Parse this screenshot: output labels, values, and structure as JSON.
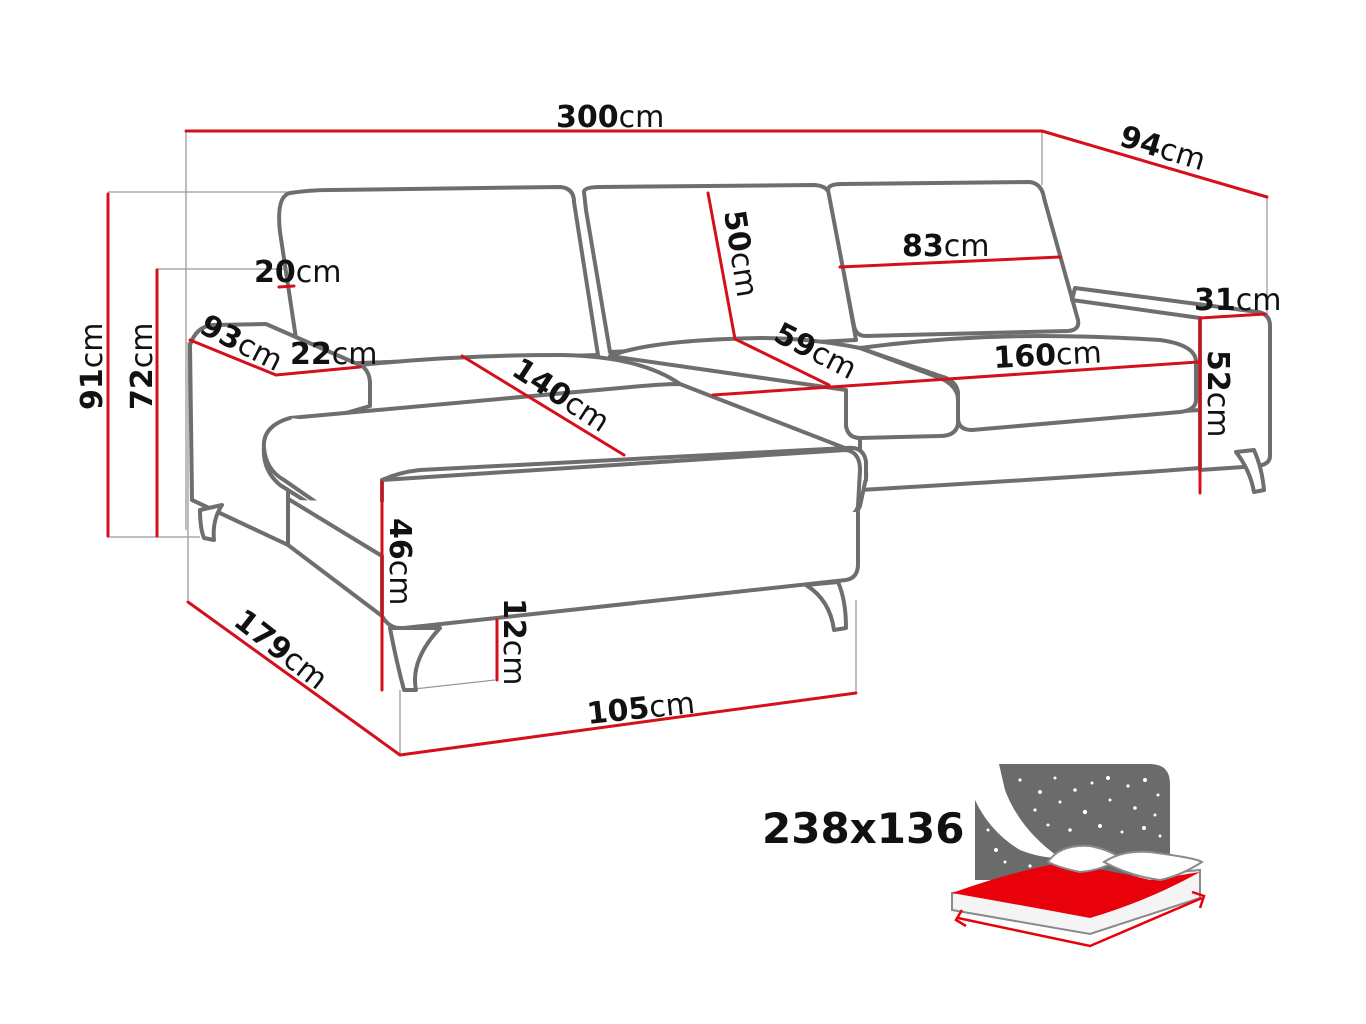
{
  "diagram": {
    "subject": "Corner sofa dimensions",
    "unit": "cm",
    "dimensions": {
      "total_width": {
        "value": "300",
        "unit": "cm"
      },
      "total_depth": {
        "value": "94",
        "unit": "cm"
      },
      "total_height": {
        "value": "91",
        "unit": "cm"
      },
      "armrest_height": {
        "value": "72",
        "unit": "cm"
      },
      "backrest_thickness": {
        "value": "20",
        "unit": "cm"
      },
      "armrest_depth": {
        "value": "93",
        "unit": "cm"
      },
      "armrest_width": {
        "value": "22",
        "unit": "cm"
      },
      "chaise_length": {
        "value": "140",
        "unit": "cm"
      },
      "backrest_height": {
        "value": "50",
        "unit": "cm"
      },
      "cushion_width": {
        "value": "83",
        "unit": "cm"
      },
      "seat_depth": {
        "value": "59",
        "unit": "cm"
      },
      "seat_width": {
        "value": "160",
        "unit": "cm"
      },
      "right_arm_width": {
        "value": "31",
        "unit": "cm"
      },
      "right_arm_height": {
        "value": "52",
        "unit": "cm"
      },
      "seat_height": {
        "value": "46",
        "unit": "cm"
      },
      "leg_height": {
        "value": "12",
        "unit": "cm"
      },
      "chaise_depth": {
        "value": "179",
        "unit": "cm"
      },
      "chaise_width": {
        "value": "105",
        "unit": "cm"
      }
    },
    "sleeping_area": {
      "label": "238x136",
      "icon": "bed-night-icon"
    },
    "colors": {
      "dimension_line": "#d4101c",
      "outline": "#6e6e6e",
      "bed_red": "#e8000b",
      "night_sky": "#6b6b6b"
    }
  }
}
